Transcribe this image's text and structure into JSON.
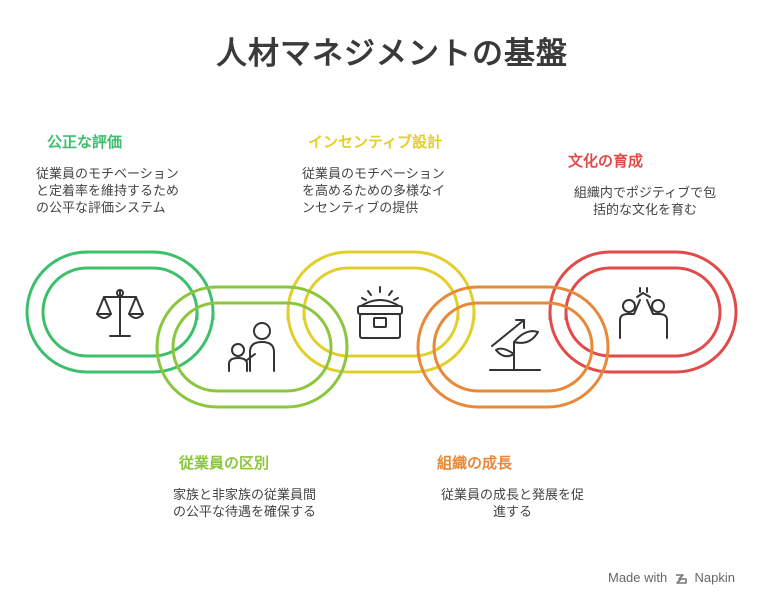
{
  "title": "人材マネジメントの基盤",
  "items": [
    {
      "label": "公正な評価",
      "desc": [
        "従業員のモチベーション",
        "と定着率を維持するため",
        "の公平な評価システム"
      ],
      "color": "#3dbf6c",
      "icon": "scales-icon"
    },
    {
      "label": "従業員の区別",
      "desc": [
        "家族と非家族の従業員間",
        "の公平な待遇を確保する"
      ],
      "color": "#8cc63f",
      "icon": "people-icon"
    },
    {
      "label": "インセンティブ設計",
      "desc": [
        "従業員のモチベーション",
        "を高めるための多様なイ",
        "ンセンティブの提供"
      ],
      "color": "#e2cf2b",
      "icon": "treasure-chest-icon"
    },
    {
      "label": "組織の成長",
      "desc": [
        "従業員の成長と発展を促",
        "進する"
      ],
      "color": "#e8893a",
      "icon": "growth-plant-icon"
    },
    {
      "label": "文化の育成",
      "desc": [
        "組織内でポジティブで包",
        "括的な文化を育む"
      ],
      "color": "#e24b4b",
      "icon": "high-five-icon"
    }
  ],
  "footer": {
    "made_with": "Made with",
    "brand": "Napkin"
  }
}
